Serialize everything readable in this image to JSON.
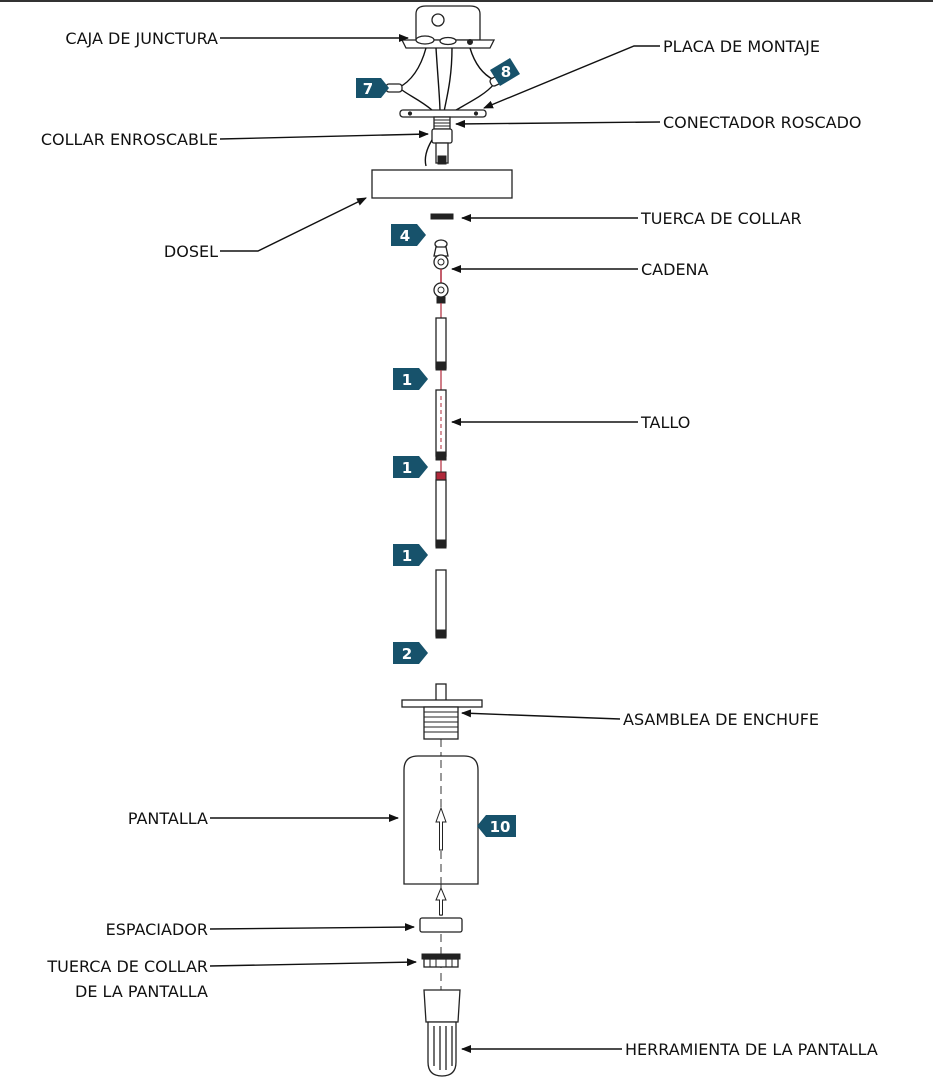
{
  "colors": {
    "badge": "#17526b",
    "chain": "#b0283a",
    "ink": "#111111"
  },
  "labels": {
    "junction_box": "CAJA DE JUNCTURA",
    "mounting_plate": "PLACA DE MONTAJE",
    "threaded_collar": "COLLAR ENROSCABLE",
    "threaded_connector": "CONECTADOR ROSCADO",
    "canopy": "DOSEL",
    "collar_nut": "TUERCA DE COLLAR",
    "chain": "CADENA",
    "stem": "TALLO",
    "socket_assembly": "ASAMBLEA DE ENCHUFE",
    "shade": "PANTALLA",
    "spacer": "ESPACIADOR",
    "shade_collar_nut_line1": "TUERCA DE COLLAR",
    "shade_collar_nut_line2": "DE LA PANTALLA",
    "shade_tool": "HERRAMIENTA DE LA PANTALLA"
  },
  "badges": {
    "b7": "7",
    "b8": "8",
    "b4": "4",
    "b1a": "1",
    "b1b": "1",
    "b1c": "1",
    "b2": "2",
    "b10": "10"
  }
}
